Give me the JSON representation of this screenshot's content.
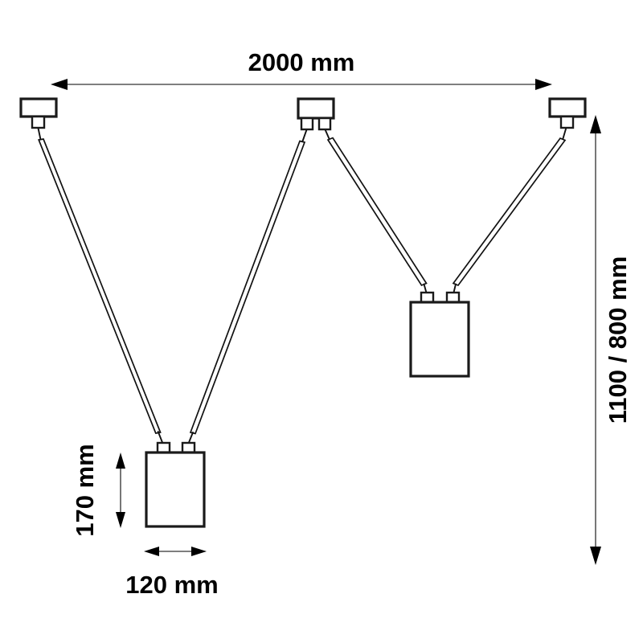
{
  "drawing": {
    "title": "Pendant lamp dimension drawing",
    "background_color": "#ffffff",
    "line_color": "#1a1a1a",
    "dimension_line_color": "#555555"
  },
  "dimensions": {
    "width_total": {
      "label": "2000 mm",
      "orientation": "horizontal",
      "position": "top"
    },
    "drop_height": {
      "label": "1100 / 800 mm",
      "orientation": "vertical",
      "position": "right"
    },
    "lamp_height": {
      "label": "170 mm",
      "orientation": "vertical",
      "position": "left"
    },
    "lamp_width": {
      "label": "120 mm",
      "orientation": "horizontal",
      "position": "bottom"
    }
  },
  "components": {
    "ceiling_mounts": [
      {
        "name": "left-ceiling-mount",
        "cable_count": 1
      },
      {
        "name": "center-ceiling-mount",
        "cable_count": 2
      },
      {
        "name": "right-ceiling-mount",
        "cable_count": 1
      }
    ],
    "lamps": [
      {
        "name": "left-lamp",
        "suspension_points": 2
      },
      {
        "name": "right-lamp",
        "suspension_points": 2
      }
    ],
    "cables": [
      {
        "name": "cable-left-mount-to-left-lamp"
      },
      {
        "name": "cable-center-mount-to-left-lamp"
      },
      {
        "name": "cable-center-mount-to-right-lamp"
      },
      {
        "name": "cable-right-mount-to-right-lamp"
      }
    ]
  }
}
